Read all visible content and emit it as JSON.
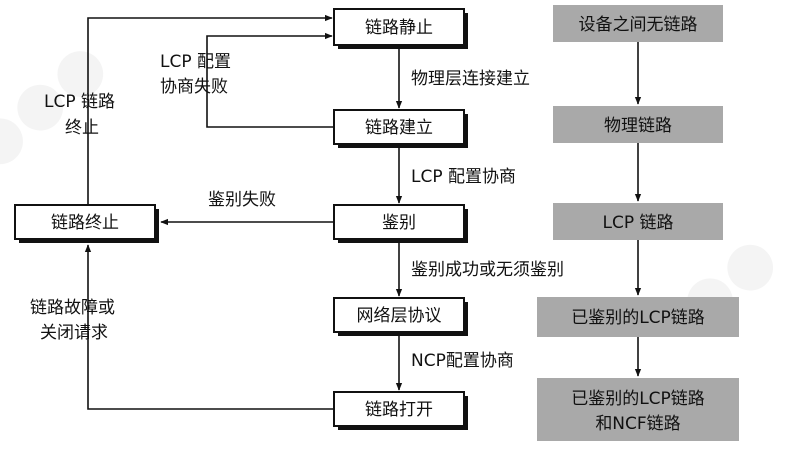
{
  "left_flow": {
    "states": {
      "dead": "链路静止",
      "establish": "链路建立",
      "authenticate": "鉴别",
      "network": "网络层协议",
      "open": "链路打开",
      "terminate": "链路终止"
    },
    "transitions": {
      "physical_connect": "物理层连接建立",
      "lcp_negotiate": "LCP 配置协商",
      "auth_ok": "鉴别成功或无须鉴别",
      "ncp_negotiate": "NCP配置协商",
      "auth_fail": "鉴别失败",
      "lcp_fail_line1": "LCP 配置",
      "lcp_fail_line2": "协商失败",
      "lcp_term_line1": "LCP 链路",
      "lcp_term_line2": "终止",
      "fault_line1": "链路故障或",
      "fault_line2": "关闭请求"
    }
  },
  "right_flow": {
    "stages": [
      {
        "line1": "设备之间无链路",
        "line2": ""
      },
      {
        "line1": "物理链路",
        "line2": ""
      },
      {
        "line1": "LCP 链路",
        "line2": ""
      },
      {
        "line1": "已鉴别的LCP链路",
        "line2": ""
      },
      {
        "line1": "已鉴别的LCP链路",
        "line2": "和NCF链路"
      }
    ]
  }
}
